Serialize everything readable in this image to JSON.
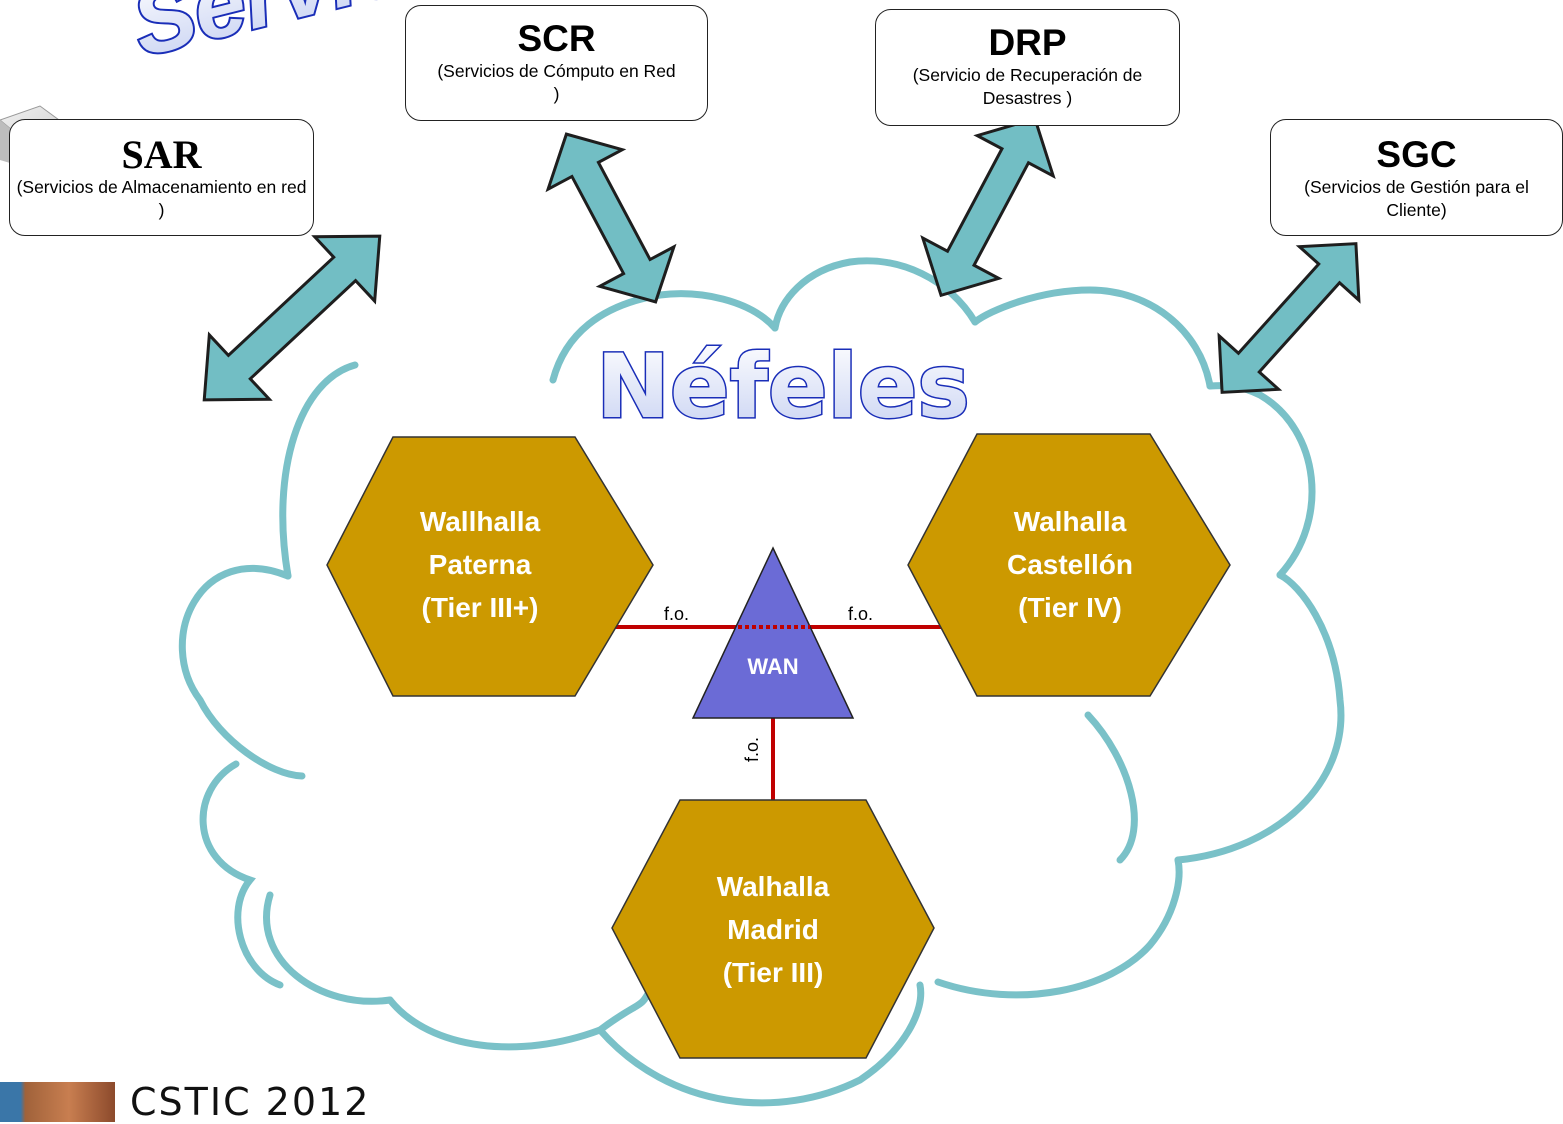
{
  "title": "Service Centre",
  "cloud_title": "Néfeles",
  "services": [
    {
      "abbr": "SAR",
      "desc": "(Servicios de Almacenamiento en red )"
    },
    {
      "abbr": "SCR",
      "desc": "(Servicios de Cómputo en Red )"
    },
    {
      "abbr": "DRP",
      "desc": "(Servicio de Recuperación de Desastres )"
    },
    {
      "abbr": "SGC",
      "desc": "(Servicios de Gestión para el Cliente)"
    }
  ],
  "sites": [
    {
      "l1": "Wallhalla",
      "l2": "Paterna",
      "l3": "(Tier III+)"
    },
    {
      "l1": "Walhalla",
      "l2": "Castellón",
      "l3": "(Tier IV)"
    },
    {
      "l1": "Walhalla",
      "l2": "Madrid",
      "l3": "(Tier III)"
    }
  ],
  "wan": "WAN",
  "fo": "f.o.",
  "footer": "CSTIC 2012",
  "colors": {
    "cloud_stroke": "#7ac1c8",
    "arrow_fill": "#72bec4",
    "hexagon_fill": "#cc9900",
    "wan_fill": "#6b6bd6",
    "link": "#c00000"
  }
}
